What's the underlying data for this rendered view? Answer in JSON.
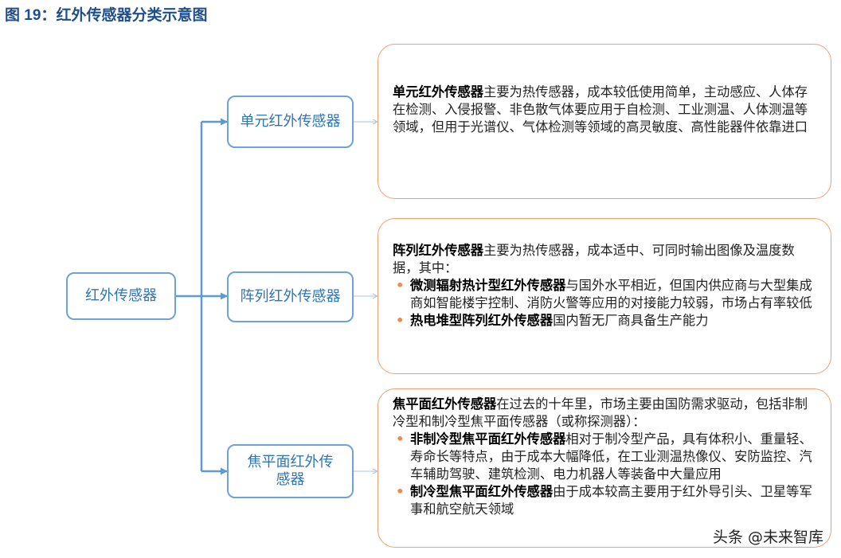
{
  "figure": {
    "label": "图 19",
    "sep": "：",
    "title": "红外传感器分类示意图"
  },
  "tree": {
    "root": "红外传感器",
    "children": [
      {
        "label": "单元红外传感器",
        "desc": {
          "lead_bold": "单元红外传感器",
          "lead_text": "主要为热传感器，成本较低使用简单，主动感应、人体存在检测、入侵报警、非色散气体要应用于自检测、工业测温、人体测温等领域，但用于光谱仪、气体检测等领域的高灵敏度、高性能器件依靠进口"
        }
      },
      {
        "label": "阵列红外传感器",
        "desc": {
          "lead_bold": "阵列红外传感器",
          "lead_text": "主要为热传感器，成本适中、可同时输出图像及温度数据，其中：",
          "bullets": [
            {
              "bold": "微测辐射热计型红外传感器",
              "text": "与国外水平相近，但国内供应商与大型集成商如智能楼宇控制、消防火警等应用的对接能力较弱，市场占有率较低"
            },
            {
              "bold": "热电堆型阵列红外传感器",
              "text": "国内暂无厂商具备生产能力"
            }
          ]
        }
      },
      {
        "label": "焦平面红外传感器",
        "desc": {
          "lead_bold": "焦平面红外传感器",
          "lead_text": "在过去的十年里，市场主要由国防需求驱动，包括非制冷型和制冷型焦平面传感器（或称探测器）：",
          "bullets": [
            {
              "bold": "非制冷型焦平面红外传感器",
              "text": "相对于制冷型产品，具有体积小、重量轻、寿命长等特点，由于成本大幅降低，在工业测温热像仪、安防监控、汽车辅助驾驶、建筑检测、电力机器人等装备中大量应用"
            },
            {
              "bold": "制冷型焦平面红外传感器",
              "text": "由于成本较高主要用于红外导引头、卫星等军事和航空航天领域"
            }
          ]
        }
      }
    ]
  },
  "bullet_glyph": "•",
  "watermark": "头条 @未来智库",
  "colors": {
    "title": "#1f4e8c",
    "node_border": "#6fa2d6",
    "node_text": "#2e75b6",
    "desc_border": "#f0a070",
    "bullet": "#f08a4b"
  }
}
